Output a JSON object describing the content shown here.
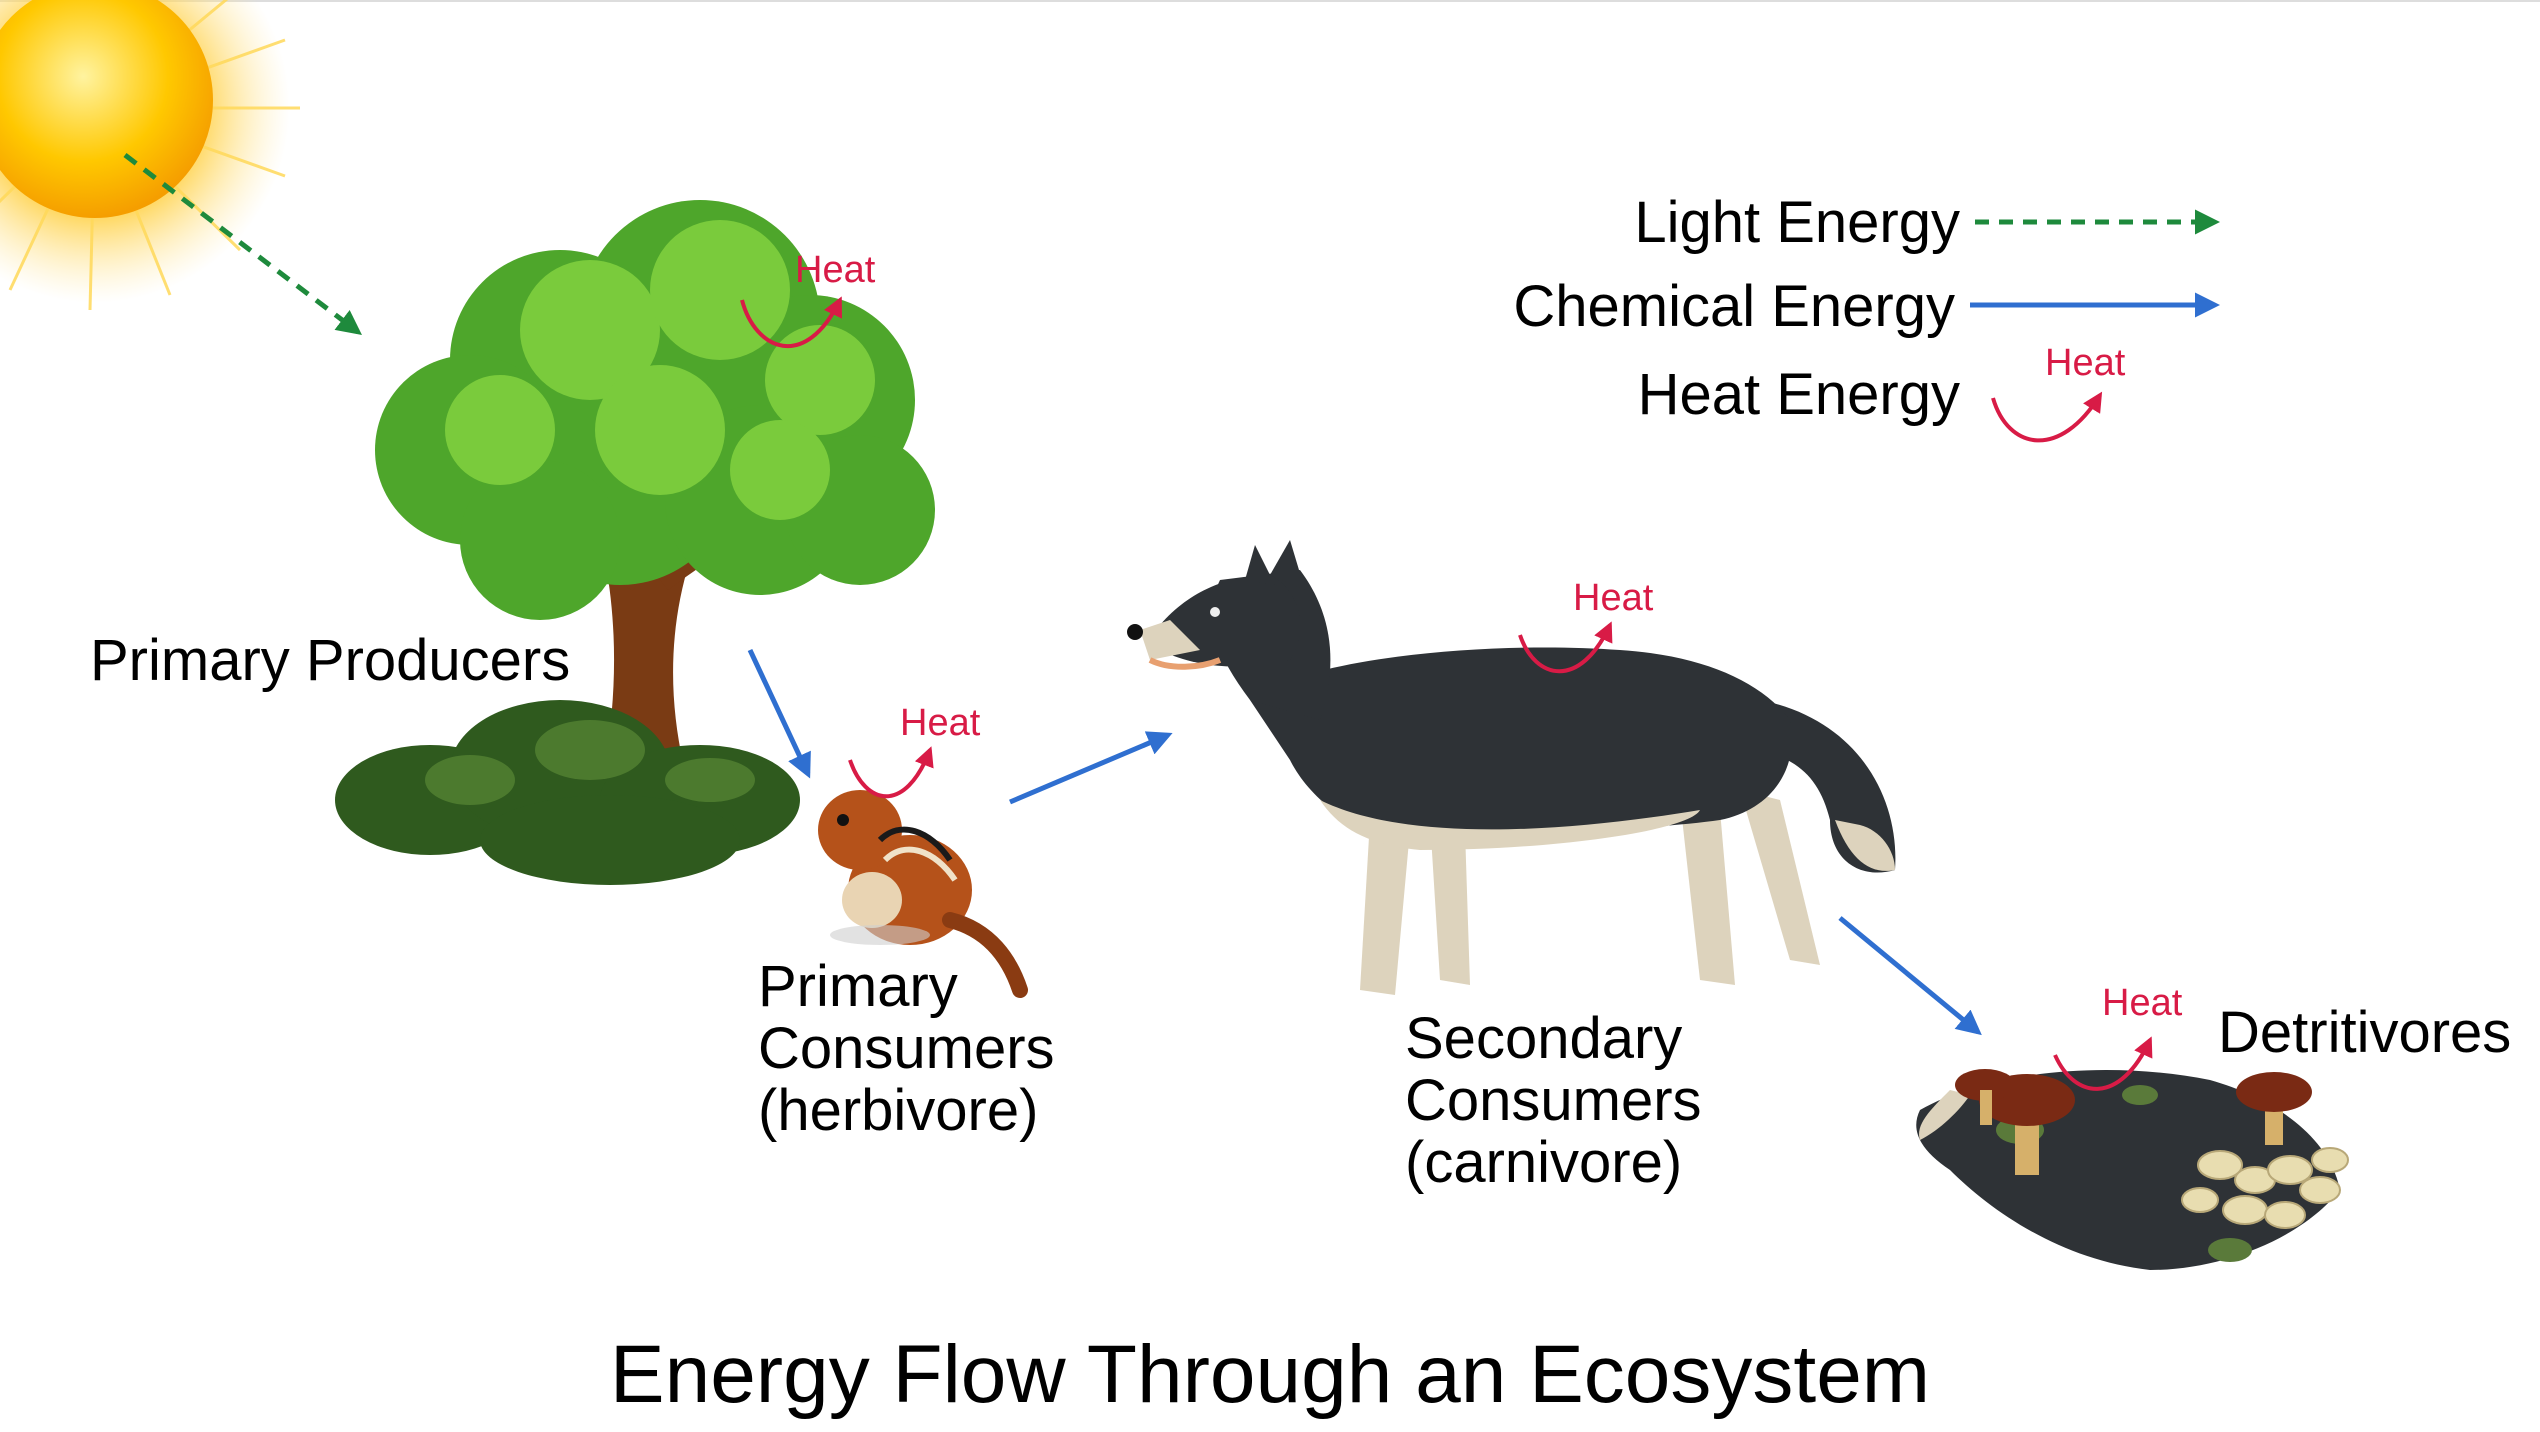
{
  "title": "Energy Flow Through an Ecosystem",
  "legend": {
    "light": "Light Energy",
    "chemical": "Chemical Energy",
    "heat": "Heat Energy",
    "heat_tag": "Heat"
  },
  "labels": {
    "producers": "Primary Producers",
    "primary": [
      "Primary",
      "Consumers",
      "(herbivore)"
    ],
    "secondary": [
      "Secondary",
      "Consumers",
      "(carnivore)"
    ],
    "detritivores": "Detritivores"
  },
  "heat_tag": "Heat",
  "colors": {
    "light_arrow": "#1e8a3c",
    "chemical_arrow": "#2f6fd0",
    "heat_arrow": "#d81b46",
    "sun": "#f7b500",
    "leaf": "#55b52e",
    "wolf_dark": "#2e3236",
    "wolf_light": "#ddd3bd"
  }
}
